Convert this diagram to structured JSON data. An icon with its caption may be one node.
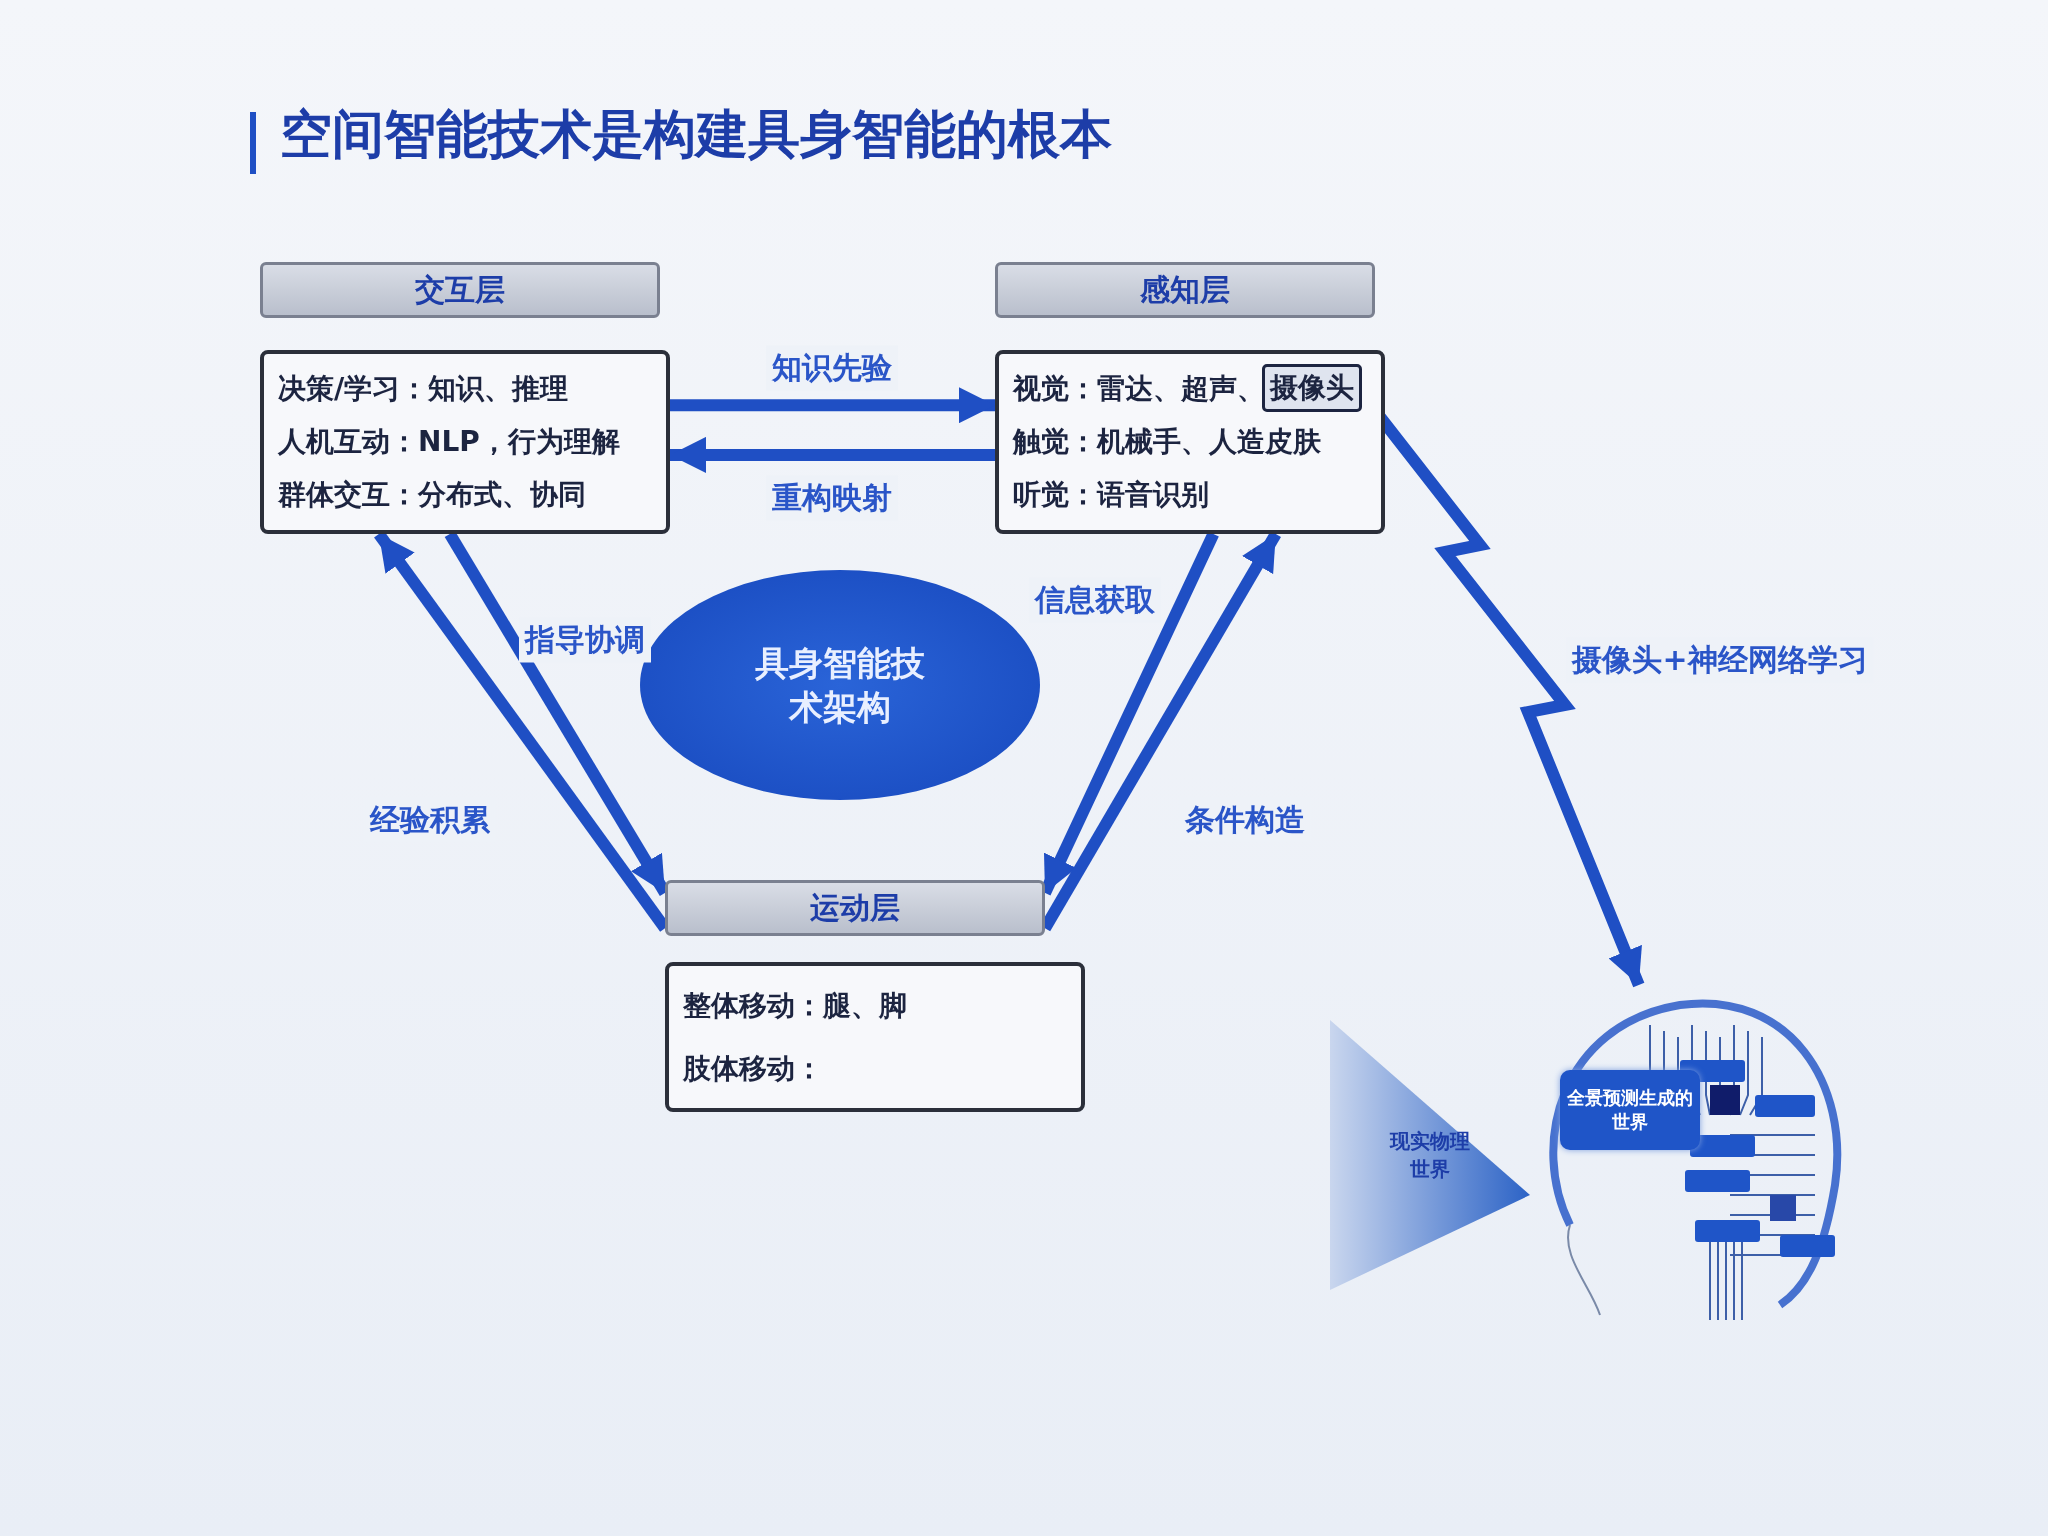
{
  "diagram": {
    "title": "空间智能技术是构建具身智能的根本",
    "nodes": [
      {
        "text": [
          "交互层"
        ]
      },
      {
        "text": [
          "决策/学习：知识、推理",
          "人机互动：NLP，行为理解",
          "群体交互：分布式、协同"
        ]
      },
      {
        "text": [
          "感知层"
        ]
      },
      {
        "text": [
          "视觉：雷达、超声、",
          "触觉：机械手、人造皮肤",
          "听觉：语音识别"
        ]
      },
      {
        "text": [
          "摄像头"
        ],
        "in": 3
      },
      {
        "text": [
          "具身智能技术架构"
        ]
      },
      {
        "text": [
          "运动层"
        ]
      },
      {
        "text": [
          "整体移动：腿、脚",
          "肢体移动："
        ]
      },
      {
        "text": [
          "现实物理世界"
        ]
      },
      {
        "text": [],
        "shape": "picture"
      },
      {
        "text": [
          "全景预测生成的世界"
        ],
        "in": 9
      }
    ],
    "edges": [
      {
        "from": 1,
        "to": 3,
        "arrow": "to",
        "label": "知识先验"
      },
      {
        "from": 3,
        "to": 1,
        "arrow": "to",
        "label": "重构映射"
      },
      {
        "from": 1,
        "to": 6,
        "arrow": "to",
        "label": "指导协调"
      },
      {
        "from": 6,
        "to": 1,
        "arrow": "to",
        "label": "经验积累"
      },
      {
        "from": 3,
        "to": 6,
        "arrow": "to",
        "label": "信息获取"
      },
      {
        "from": 6,
        "to": 3,
        "arrow": "to",
        "label": "条件构造"
      },
      {
        "from": 4,
        "to": 9,
        "arrow": "to",
        "label": "摄像头+神经网络学习"
      }
    ]
  }
}
